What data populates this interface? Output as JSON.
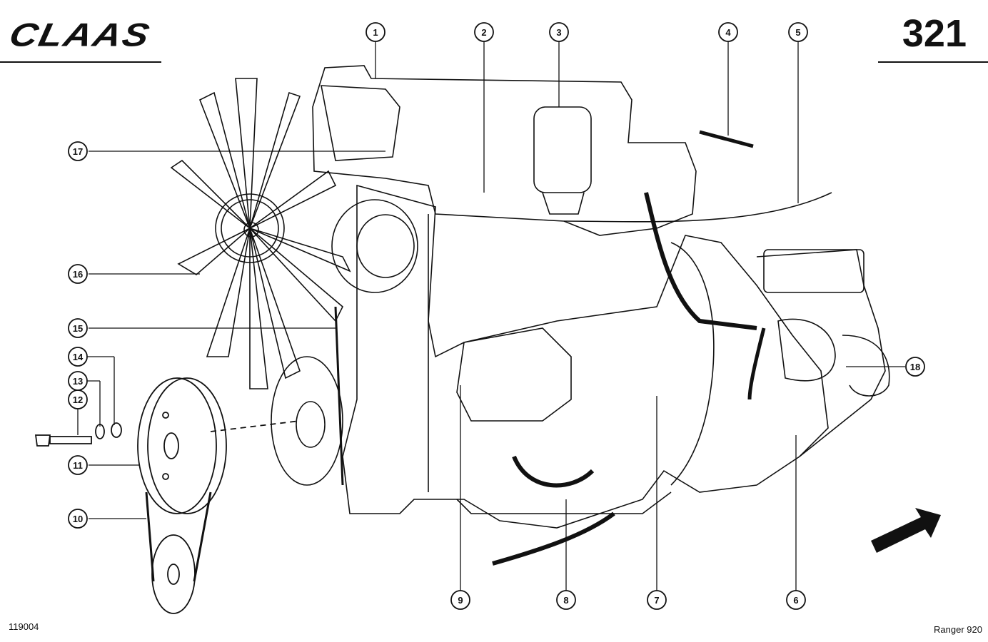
{
  "header": {
    "brand": "CLAAS",
    "page_number": "321"
  },
  "footer": {
    "figure_id": "119004",
    "model": "Ranger 920"
  },
  "callouts": [
    "1",
    "2",
    "3",
    "4",
    "5",
    "6",
    "7",
    "8",
    "9",
    "10",
    "11",
    "12",
    "13",
    "14",
    "15",
    "16",
    "17",
    "18"
  ],
  "colors": {
    "ink": "#111111",
    "paper": "#ffffff"
  },
  "icons": {
    "direction": "arrow-icon"
  }
}
